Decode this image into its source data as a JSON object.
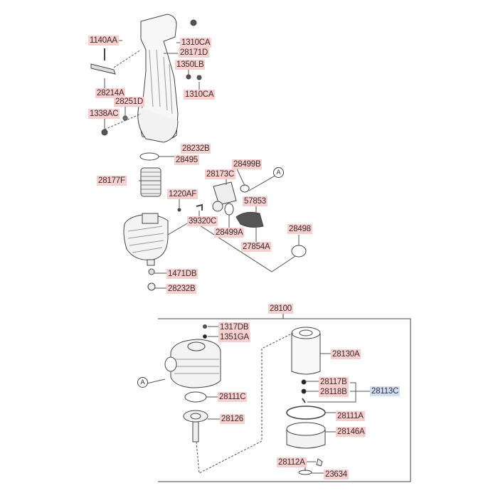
{
  "diagram": {
    "upper_labels": [
      "1140AA",
      "1310CA",
      "28171D",
      "1350LB",
      "28214A",
      "28251D",
      "1310CA",
      "1338AC",
      "28232B",
      "28495",
      "28499B",
      "28173C",
      "28177F",
      "1220AF",
      "57853",
      "39320C",
      "28498",
      "28499A",
      "27854A",
      "1471DB",
      "28232B"
    ],
    "assembly_label": "28100",
    "lower_labels": [
      "1317DB",
      "1351GA",
      "28130A",
      "28117B",
      "28118B",
      "28111C",
      "28111A",
      "28126",
      "28146A",
      "28112A",
      "23634"
    ],
    "kit_label": "28113C",
    "reference_marker": "A",
    "colors": {
      "label_bg": "#f6cfcf",
      "kit_label_bg": "#cfe0f6",
      "line": "#444444"
    }
  }
}
